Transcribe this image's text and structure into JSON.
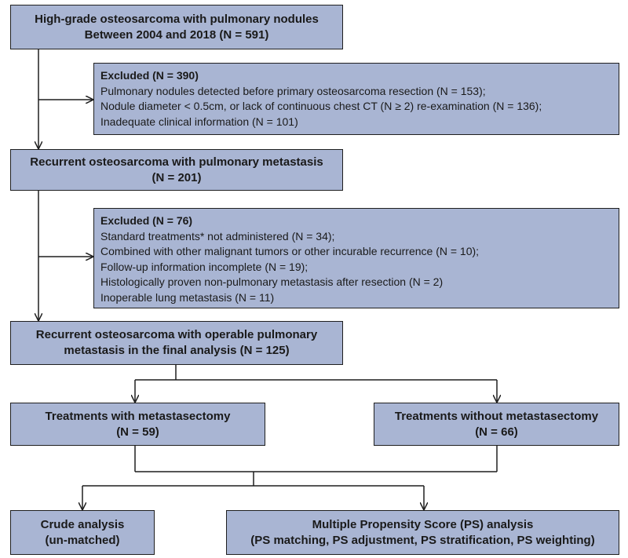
{
  "boxes": {
    "start": {
      "line1": "High-grade osteosarcoma with pulmonary nodules",
      "line2": "Between 2004 and 2018 (N = 591)"
    },
    "excluded1": {
      "header": "Excluded (N = 390)",
      "items": [
        "Pulmonary nodules detected before primary osteosarcoma resection (N = 153);",
        "Nodule diameter < 0.5cm, or lack of continuous chest CT (N ≥ 2) re-examination (N = 136);",
        "Inadequate clinical information (N = 101)"
      ]
    },
    "recurrent": {
      "line1": "Recurrent osteosarcoma with pulmonary metastasis",
      "line2": "(N = 201)"
    },
    "excluded2": {
      "header": "Excluded (N = 76)",
      "items": [
        "Standard treatments* not administered (N = 34);",
        "Combined with other malignant tumors or other incurable recurrence (N = 10);",
        "Follow-up information incomplete (N = 19);",
        "Histologically proven non-pulmonary metastasis after resection (N = 2)",
        "Inoperable lung metastasis (N = 11)"
      ]
    },
    "final": {
      "line1": "Recurrent osteosarcoma with operable pulmonary",
      "line2": "metastasis in the final analysis (N = 125)"
    },
    "with": {
      "line1": "Treatments with metastasectomy",
      "line2": "(N = 59)"
    },
    "without": {
      "line1": "Treatments without metastasectomy",
      "line2": "(N = 66)"
    },
    "crude": {
      "line1": "Crude analysis",
      "line2": "(un-matched)"
    },
    "ps": {
      "line1": "Multiple Propensity Score (PS) analysis",
      "line2": "(PS matching, PS adjustment, PS stratification, PS weighting)"
    }
  },
  "colors": {
    "box_fill": "#a9b5d3",
    "line": "#1f1f1f"
  }
}
